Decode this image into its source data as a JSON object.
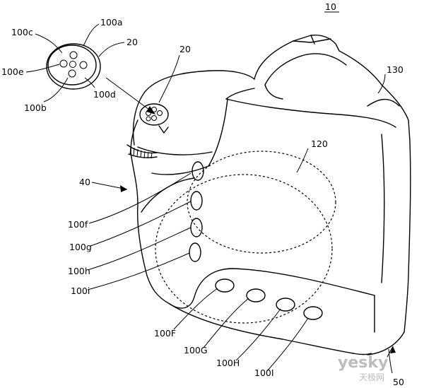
{
  "figure_number": "10",
  "labels": {
    "l100a": "100a",
    "l100c": "100c",
    "l20a": "20",
    "l100e": "100e",
    "l100b": "100b",
    "l100d": "100d",
    "l20b": "20",
    "l130": "130",
    "l120": "120",
    "l40": "40",
    "l100f": "100f",
    "l100g": "100g",
    "l100h": "100h",
    "l100i": "100i",
    "l100F": "100F",
    "l100G": "100G",
    "l100H": "100H",
    "l100I": "100I",
    "l50": "50"
  },
  "watermark": {
    "brand": "yesky",
    "sub": "天极网"
  }
}
